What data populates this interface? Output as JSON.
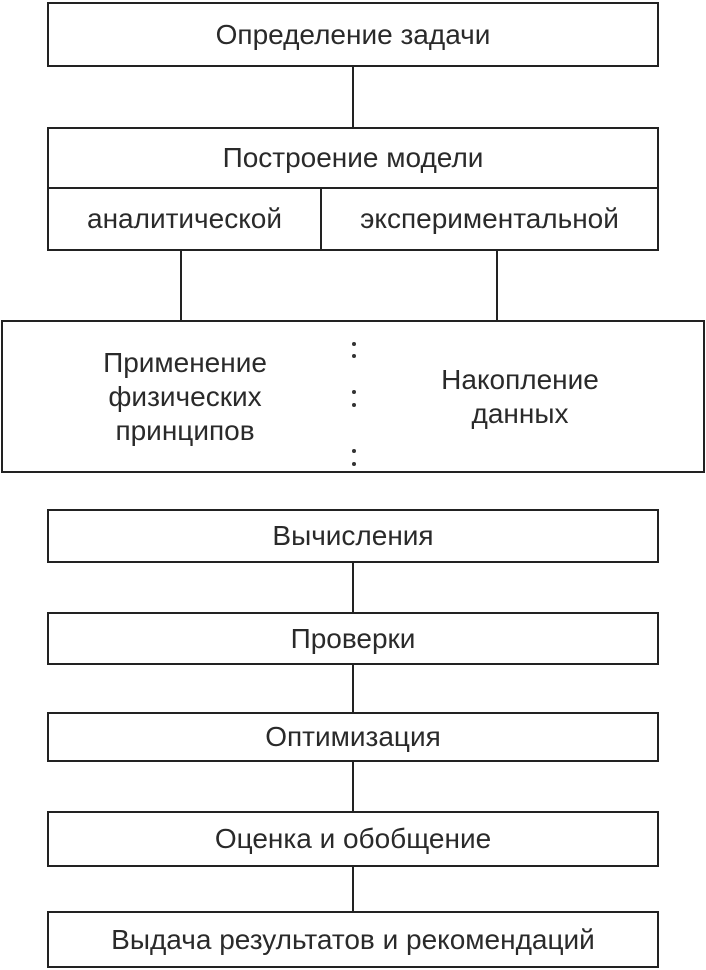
{
  "steps": {
    "problem_definition": "Определение задачи",
    "model_building": "Построение модели",
    "analytical": "аналитической",
    "experimental": "экспериментальной",
    "physical_principles": "Применение физических принципов",
    "data_accumulation": "Накопление данных",
    "calculations": "Вычисления",
    "checks": "Проверки",
    "optimization": "Оптимизация",
    "evaluation": "Оценка и обобщение",
    "results": "Выдача результатов и рекомендаций"
  },
  "colors": {
    "line": "#222222",
    "text": "#2a2a2a",
    "background": "#ffffff"
  }
}
